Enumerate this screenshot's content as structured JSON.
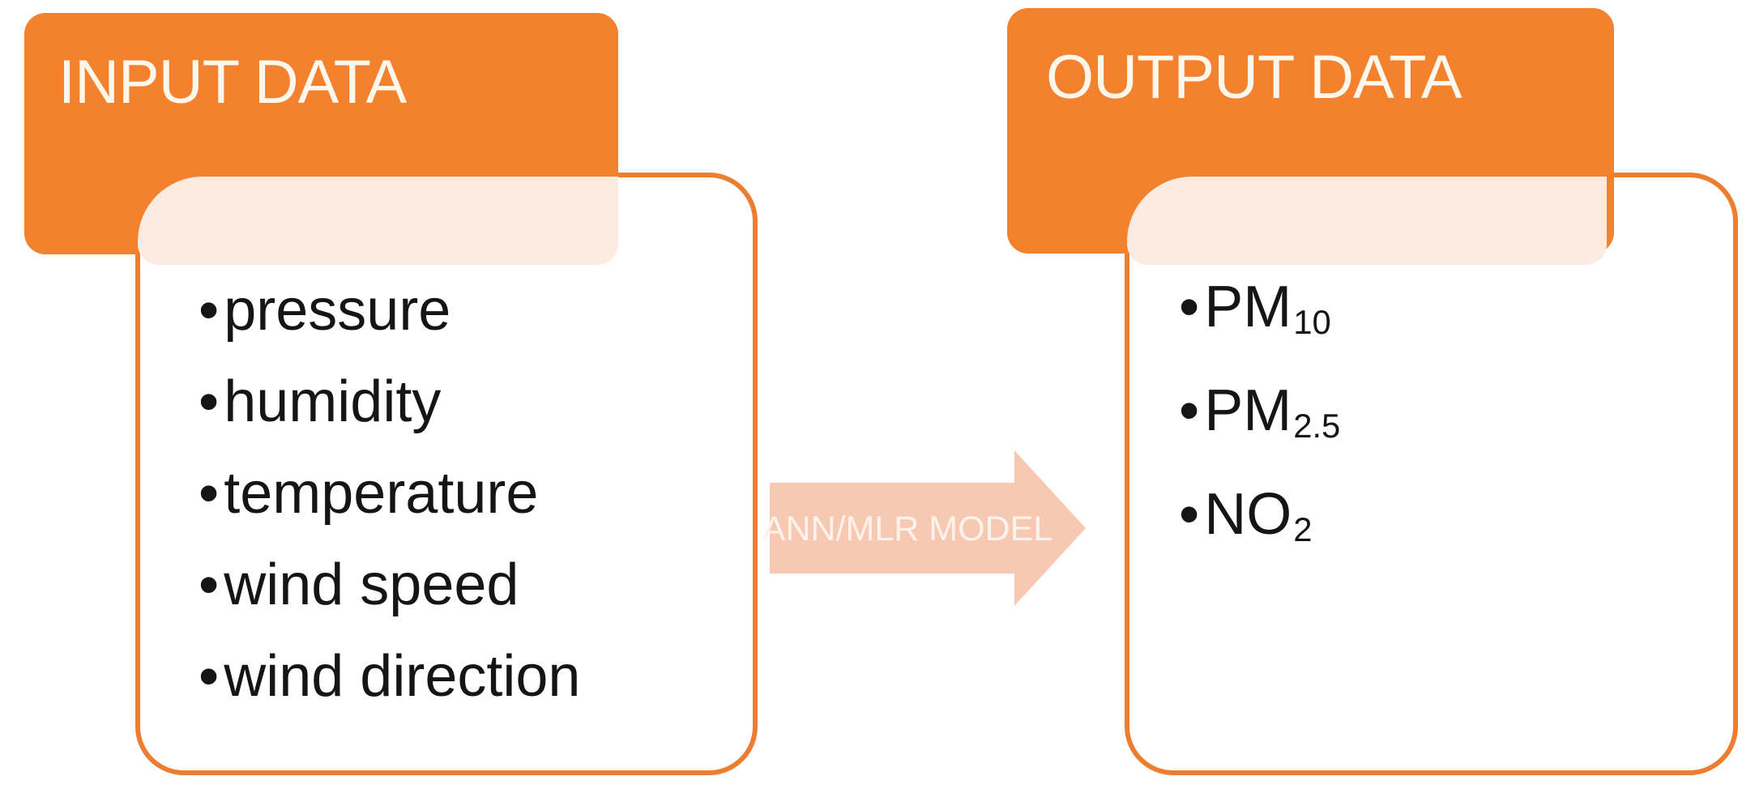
{
  "input_box": {
    "title": "INPUT DATA",
    "items": [
      "pressure",
      "humidity",
      "temperature",
      "wind speed",
      "wind direction"
    ]
  },
  "arrow": {
    "label": "ANN/MLR MODEL"
  },
  "output_box": {
    "title": "OUTPUT DATA",
    "items": [
      {
        "base": "PM",
        "sub": "10"
      },
      {
        "base": "PM",
        "sub": "2.5"
      },
      {
        "base": "NO",
        "sub": "2"
      }
    ]
  },
  "bullet_icon": "•",
  "colors": {
    "header_fill": "#F3812E",
    "box_border": "#ED7D31",
    "band_fill": "#FBEBE1",
    "arrow_fill": "#F8C9B2",
    "header_text": "#FDF7EC",
    "arrow_text": "#FDF3EC",
    "list_text": "#151515",
    "background": "#FFFFFF"
  }
}
